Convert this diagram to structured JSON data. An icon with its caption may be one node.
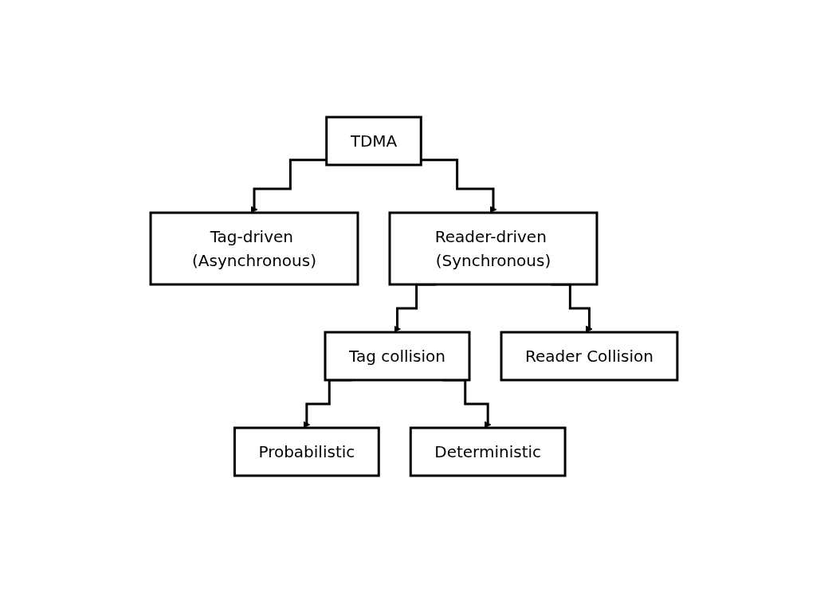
{
  "diagram": {
    "nodes": [
      {
        "text": [
          "TDMA"
        ]
      },
      {
        "text": [
          "Tag-driven (Asynchronous)"
        ]
      },
      {
        "text": [
          "Reader-driven (Synchronous)"
        ]
      },
      {
        "text": [
          "Tag collision"
        ]
      },
      {
        "text": [
          "Reader Collision"
        ]
      },
      {
        "text": [
          "Probabilistic"
        ]
      },
      {
        "text": [
          "Deterministic"
        ]
      }
    ],
    "edges": [
      {
        "from": 0,
        "to": 1,
        "arrow": "to"
      },
      {
        "from": 0,
        "to": 2,
        "arrow": "to"
      },
      {
        "from": 2,
        "to": 3,
        "arrow": "to"
      },
      {
        "from": 2,
        "to": 4,
        "arrow": "to"
      },
      {
        "from": 3,
        "to": 5,
        "arrow": "to"
      },
      {
        "from": 3,
        "to": 6,
        "arrow": "to"
      }
    ]
  }
}
